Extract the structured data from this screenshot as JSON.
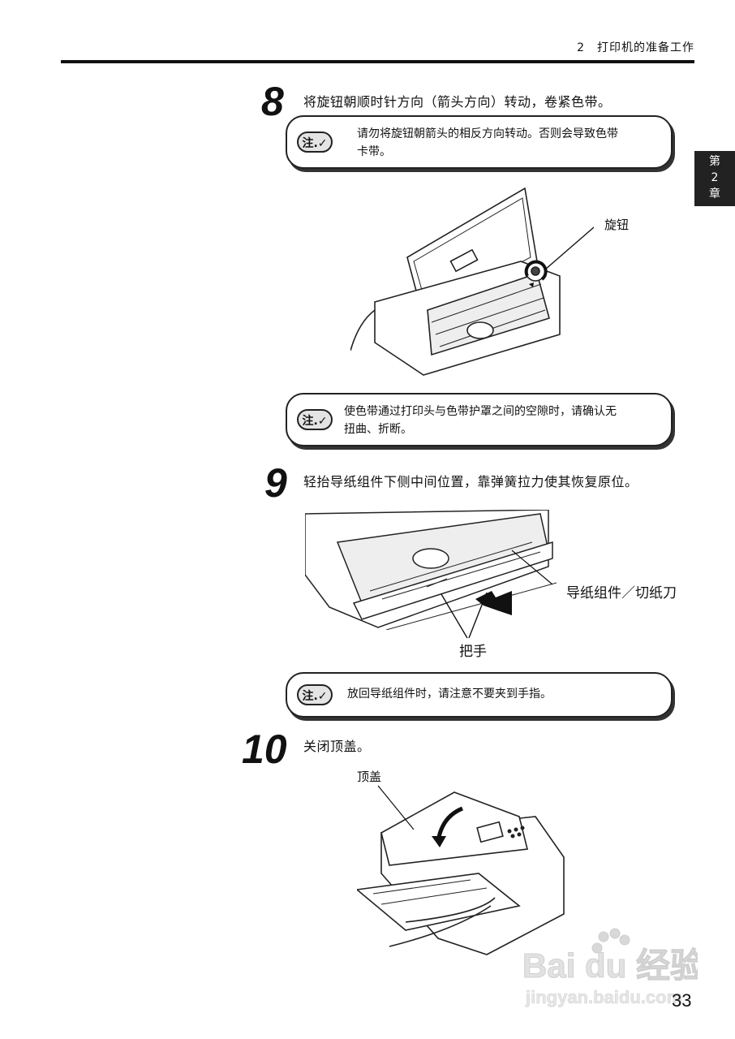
{
  "header": {
    "section": "2　打印机的准备工作"
  },
  "chapter_tab": {
    "line1": "第",
    "line2": "2",
    "line3": "章"
  },
  "steps": [
    {
      "number": "8",
      "text": "将旋钮朝顺时针方向（箭头方向）转动，卷紧色带。"
    },
    {
      "number": "9",
      "text": "轻抬导纸组件下侧中间位置，靠弹簧拉力使其恢复原位。"
    },
    {
      "number": "10",
      "text": "关闭顶盖。"
    }
  ],
  "notes": [
    {
      "badge": "注.✓",
      "line1": "请勿将旋钮朝箭头的相反方向转动。否则会导致色带",
      "line2": "卡带。"
    },
    {
      "badge": "注.✓",
      "line1": "使色带通过打印头与色带护罩之间的空隙时，请确认无",
      "line2": "扭曲、折断。"
    },
    {
      "badge": "注.✓",
      "line1": "放回导纸组件时，请注意不要夹到手指。",
      "line2": ""
    }
  ],
  "labels": {
    "knob": "旋钮",
    "paper_guide": "导纸组件／切纸刀",
    "handle": "把手",
    "top_cover": "顶盖"
  },
  "watermark": {
    "brand": "Bai du 经验",
    "url": "jingyan.baidu.com"
  },
  "page_number": "33"
}
